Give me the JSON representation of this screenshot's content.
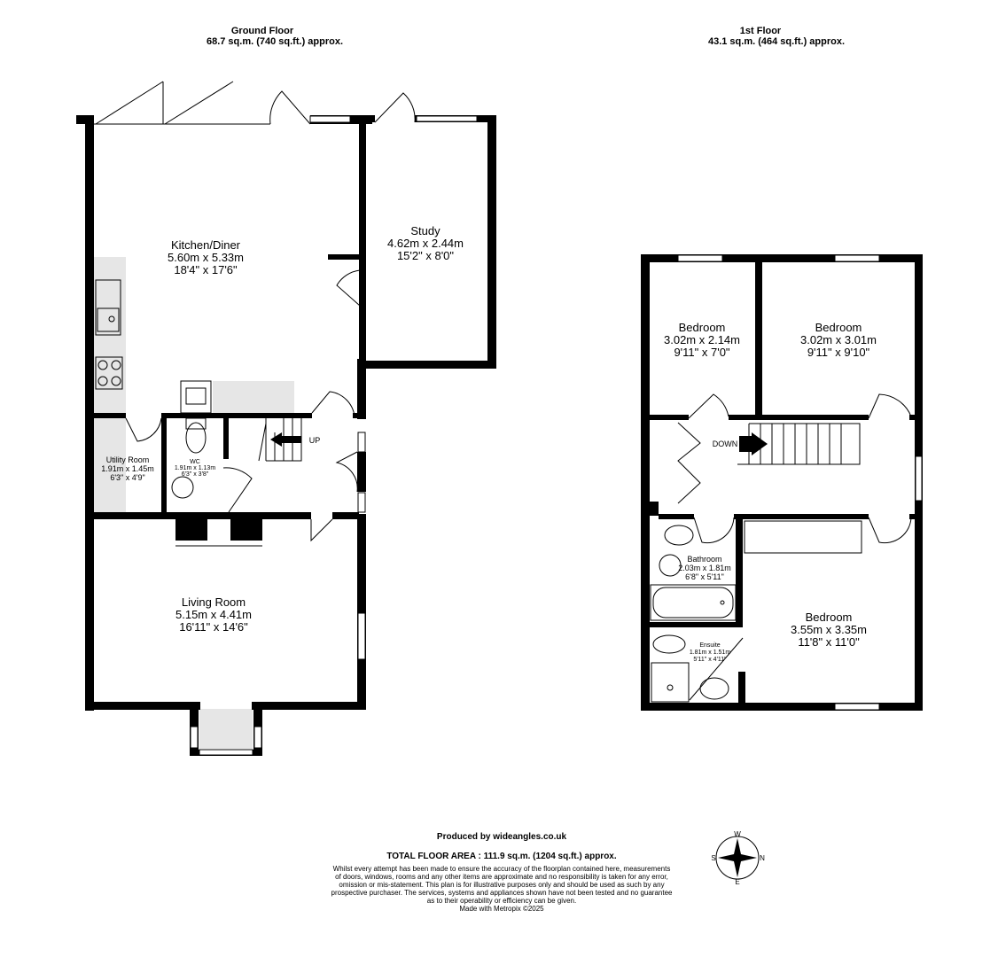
{
  "ground_floor": {
    "title": "Ground Floor",
    "area": "68.7 sq.m. (740 sq.ft.) approx.",
    "rooms": [
      {
        "name": "Kitchen/Diner",
        "metric": "5.60m  x 5.33m",
        "imperial": "18'4\"  x 17'6\""
      },
      {
        "name": "Study",
        "metric": "4.62m  x 2.44m",
        "imperial": "15'2\"  x 8'0\""
      },
      {
        "name": "Utility Room",
        "metric": "1.91m  x 1.45m",
        "imperial": "6'3\"  x 4'9\""
      },
      {
        "name": "WC",
        "metric": "1.91m  x 1.13m",
        "imperial": "6'3\"  x 3'8\""
      },
      {
        "name": "Living Room",
        "metric": "5.15m  x 4.41m",
        "imperial": "16'11\"  x 14'6\""
      }
    ],
    "stairs_label": "UP"
  },
  "first_floor": {
    "title": "1st Floor",
    "area": "43.1 sq.m. (464 sq.ft.) approx.",
    "rooms": [
      {
        "name": "Bedroom",
        "metric": "3.02m  x 2.14m",
        "imperial": "9'11\"  x 7'0\""
      },
      {
        "name": "Bedroom",
        "metric": "3.02m  x 3.01m",
        "imperial": "9'11\"  x 9'10\""
      },
      {
        "name": "Bathroom",
        "metric": "2.03m  x 1.81m",
        "imperial": "6'8\"  x 5'11\""
      },
      {
        "name": "Ensuite",
        "metric": "1.81m  x 1.51m",
        "imperial": "5'11\"  x 4'11\""
      },
      {
        "name": "Bedroom",
        "metric": "3.55m  x 3.35m",
        "imperial": "11'8\"  x 11'0\""
      }
    ],
    "stairs_label": "DOWN"
  },
  "footer": {
    "producer": "Produced by wideangles.co.uk",
    "total": "TOTAL FLOOR AREA : 111.9 sq.m. (1204 sq.ft.) approx.",
    "disclaimer": [
      "Whilst every attempt has been made to ensure the accuracy of the floorplan contained here, measurements",
      "of doors, windows, rooms and any other items are approximate and no responsibility is taken for any error,",
      "omission or mis-statement. This plan is for illustrative purposes only and should be used as such by any",
      "prospective purchaser. The services, systems and appliances shown have not been tested and no guarantee",
      "as to their operability or efficiency can be given."
    ],
    "made_with": "Made with Metropix ©2025"
  },
  "compass": {
    "top": "W",
    "right": "N",
    "bottom": "E",
    "left": "S"
  },
  "colors": {
    "wall": "#000000",
    "fill": "#e6e6e6"
  }
}
